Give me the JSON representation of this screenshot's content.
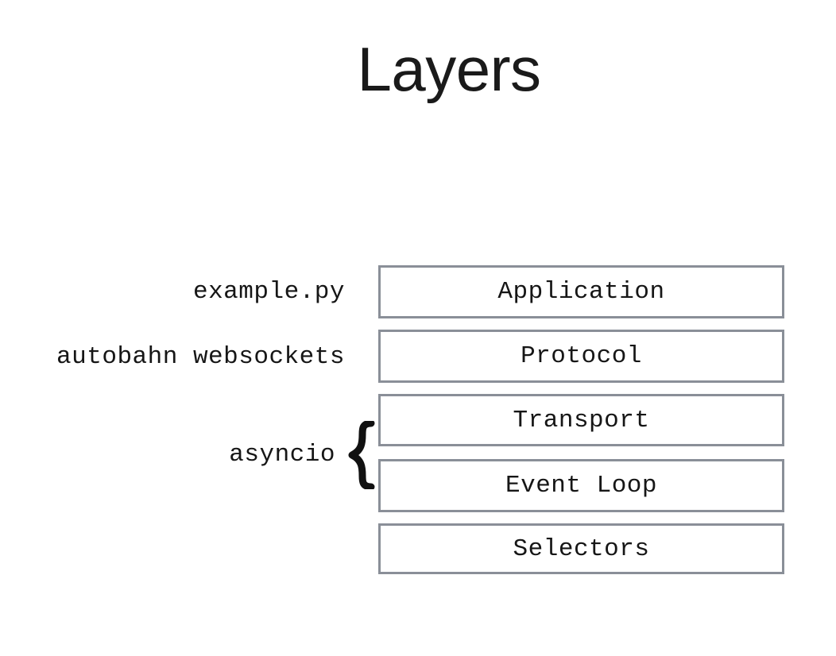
{
  "slide": {
    "title": "Layers",
    "background_color": "#ffffff",
    "text_color": "#161616",
    "box_border_color": "#8a8f98",
    "box_fill_color": "#ffffff"
  },
  "stack": {
    "name": "layer-stack",
    "boxes": [
      {
        "label": "Application"
      },
      {
        "label": "Protocol"
      },
      {
        "label": "Transport"
      },
      {
        "label": "Event Loop"
      },
      {
        "label": "Selectors"
      }
    ]
  },
  "annotations": {
    "labels": [
      {
        "text": "example.py",
        "targets": "Application"
      },
      {
        "text": "autobahn websockets",
        "targets": "Protocol"
      }
    ],
    "grouped": {
      "text": "asyncio",
      "brace_icon": "curly-brace-left-icon",
      "targets": "Transport + Event Loop"
    }
  }
}
